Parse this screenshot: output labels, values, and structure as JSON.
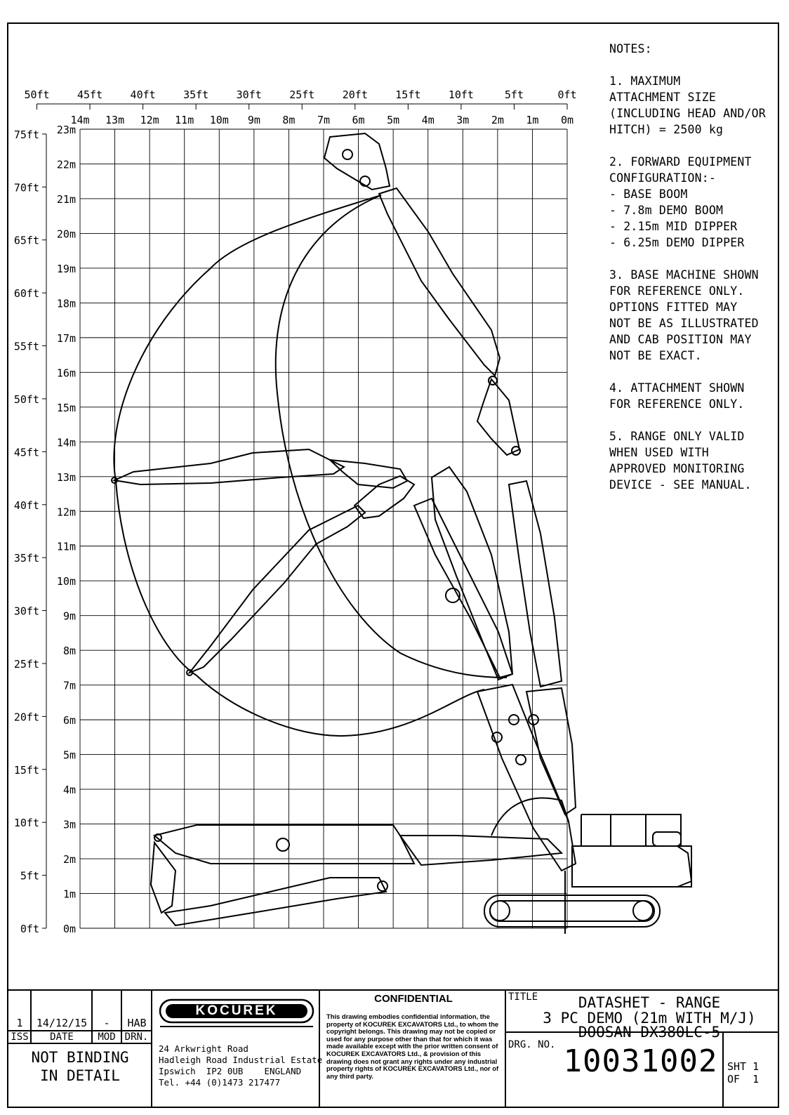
{
  "axes": {
    "feet_top": [
      "50ft",
      "45ft",
      "40ft",
      "35ft",
      "30ft",
      "25ft",
      "20ft",
      "15ft",
      "10ft",
      "5ft",
      "0ft"
    ],
    "metres_top": [
      "14m",
      "13m",
      "12m",
      "11m",
      "10m",
      "9m",
      "8m",
      "7m",
      "6m",
      "5m",
      "4m",
      "3m",
      "2m",
      "1m",
      "0m"
    ],
    "feet_left": [
      "75ft",
      "70ft",
      "65ft",
      "60ft",
      "55ft",
      "50ft",
      "45ft",
      "40ft",
      "35ft",
      "30ft",
      "25ft",
      "20ft",
      "15ft",
      "10ft",
      "5ft",
      "0ft"
    ],
    "metres_left": [
      "23m",
      "22m",
      "21m",
      "20m",
      "19m",
      "18m",
      "17m",
      "16m",
      "15m",
      "14m",
      "13m",
      "12m",
      "11m",
      "10m",
      "9m",
      "8m",
      "7m",
      "6m",
      "5m",
      "4m",
      "3m",
      "2m",
      "1m",
      "0m"
    ]
  },
  "notes": {
    "heading": "NOTES:",
    "items": [
      "1. MAXIMUM\nATTACHMENT SIZE\n(INCLUDING HEAD AND/OR\nHITCH) = 2500 kg",
      "2. FORWARD EQUIPMENT\nCONFIGURATION:-\n- BASE BOOM\n- 7.8m DEMO BOOM\n- 2.15m MID DIPPER\n- 6.25m DEMO DIPPER",
      "3. BASE MACHINE SHOWN\nFOR REFERENCE ONLY.\nOPTIONS FITTED MAY\nNOT BE AS ILLUSTRATED\nAND CAB POSITION MAY\nNOT BE EXACT.",
      "4. ATTACHMENT SHOWN\nFOR REFERENCE ONLY.",
      "5. RANGE ONLY VALID\nWHEN USED WITH\nAPPROVED MONITORING\nDEVICE - SEE MANUAL."
    ]
  },
  "title_block": {
    "revision": {
      "iss": "1",
      "date": "14/12/15",
      "mod": "-",
      "drn": "HAB"
    },
    "revision_headers": {
      "iss": "ISS",
      "date": "DATE",
      "mod": "MOD",
      "drn": "DRN."
    },
    "not_binding": [
      "NOT BINDING",
      "IN DETAIL"
    ],
    "company_logo": "KOCUREK",
    "address": [
      "24 Arkwright Road",
      "Hadleigh Road Industrial Estate",
      "Ipswich  IP2 0UB    ENGLAND",
      "Tel.  +44 (0)1473 217477"
    ],
    "confidential_heading": "CONFIDENTIAL",
    "confidential_text": "This drawing embodies confidential information, the property of KOCUREK EXCAVATORS Ltd., to whom the copyright belongs.  This drawing may not be copied or used for any purpose other than that for which it was made available except with the prior written consent of KOCUREK EXCAVATORS Ltd., & provision of this drawing does not grant any rights under any industrial property rights of KOCUREK EXCAVATORS Ltd., nor of any third party.",
    "title_label": "TITLE",
    "title_lines": [
      "DATASHET - RANGE",
      "3 PC DEMO (21m WITH M/J)",
      "DOOSAN DX380LC-5"
    ],
    "drg_label": "DRG. NO.",
    "drg_number": "10031002",
    "sheet": [
      "SHT 1",
      "OF  1"
    ]
  }
}
